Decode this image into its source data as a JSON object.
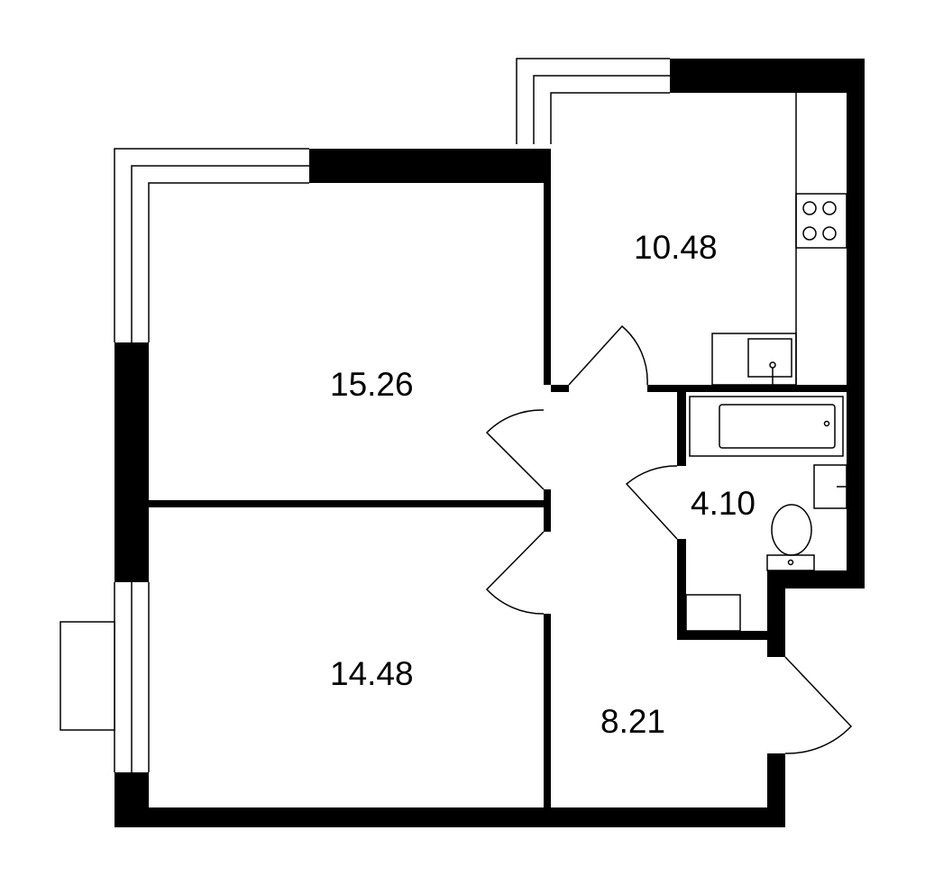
{
  "plan": {
    "wall_color": "#000000",
    "background_color": "#ffffff",
    "rooms": [
      {
        "id": "bedroom-1",
        "area": "15.26"
      },
      {
        "id": "bedroom-2",
        "area": "14.48"
      },
      {
        "id": "kitchen",
        "area": "10.48"
      },
      {
        "id": "bathroom",
        "area": "4.10"
      },
      {
        "id": "hallway",
        "area": "8.21"
      }
    ],
    "icons": [
      "window-icon",
      "door-swing-icon",
      "stove-icon",
      "sink-icon",
      "bathtub-icon",
      "toilet-icon",
      "washing-machine-icon",
      "balcony-icon"
    ]
  }
}
